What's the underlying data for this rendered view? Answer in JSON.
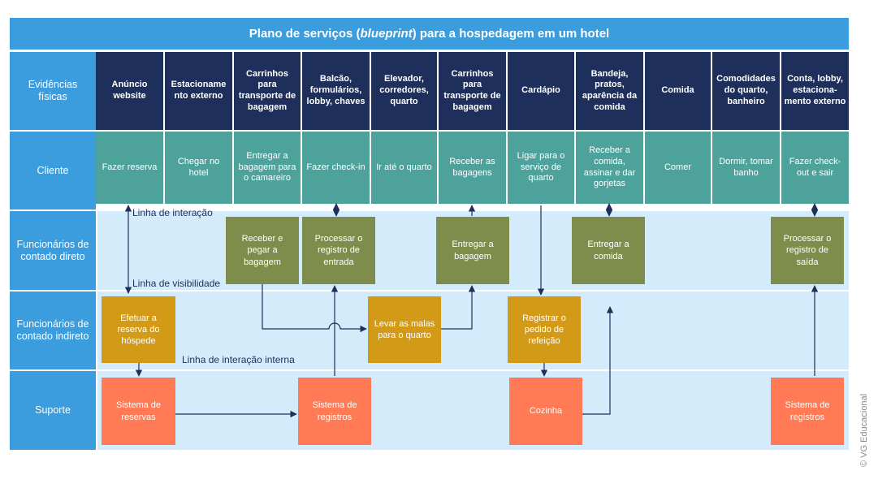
{
  "title": {
    "prefix": "Plano de serviços (",
    "italic": "blueprint",
    "suffix": ") para a hospedagem em um hotel"
  },
  "rows": {
    "evidencias": "Evidências físicas",
    "cliente": "Cliente",
    "direto": "Funcionários de contado direto",
    "indireto": "Funcionários de contado indireto",
    "suporte": "Suporte"
  },
  "evidences": [
    "Anúncio website",
    "Estacioname nto externo",
    "Carrinhos para transporte de bagagem",
    "Balcão, formulários, lobby, chaves",
    "Elevador, corredores, quarto",
    "Carrinhos para transporte de bagagem",
    "Cardápio",
    "Bandeja, pratos, aparência da comida",
    "Comida",
    "Comodidades do quarto, banheiro",
    "Conta, lobby, estaciona-mento externo"
  ],
  "customer": [
    "Fazer reserva",
    "Chegar no hotel",
    "Entregar a bagagem para o camareiro",
    "Fazer check-in",
    "Ir até o quarto",
    "Receber as bagagens",
    "Ligar para o serviço de quarto",
    "Receber a comida, assinar e dar gorjetas",
    "Comer",
    "Dormir, tomar banho",
    "Fazer check-out e sair"
  ],
  "onstage": {
    "receber_bagagem": "Receber e pegar a bagagem",
    "registro_entrada": "Processar o registro de entrada",
    "entregar_bagagem": "Entregar a bagagem",
    "entregar_comida": "Entregar a comida",
    "registro_saida": "Processar o registro de saída"
  },
  "backstage": {
    "reserva_hospede": "Efetuar a reserva do hóspede",
    "levar_malas": "Levar as malas para o quarto",
    "pedido_refeicao": "Registrar o pedido de refeição"
  },
  "support": {
    "sistema_reservas": "Sistema de reservas",
    "sistema_registros_1": "Sistema de registros",
    "cozinha": "Cozinha",
    "sistema_registros_2": "Sistema de registros"
  },
  "lines": {
    "interacao": "Linha de interação",
    "visibilidade": "Linha de visibilidade",
    "interacao_interna": "Linha de interação interna"
  },
  "copyright": "© VG Educacional",
  "colors": {
    "header_blue": "#3b9ddd",
    "evidence_navy": "#1e2f5b",
    "customer_teal": "#4da39c",
    "onstage_green": "#7e8d4b",
    "backstage_gold": "#d39a18",
    "support_coral": "#ff7a55",
    "band_light": "#d3ebfb"
  }
}
